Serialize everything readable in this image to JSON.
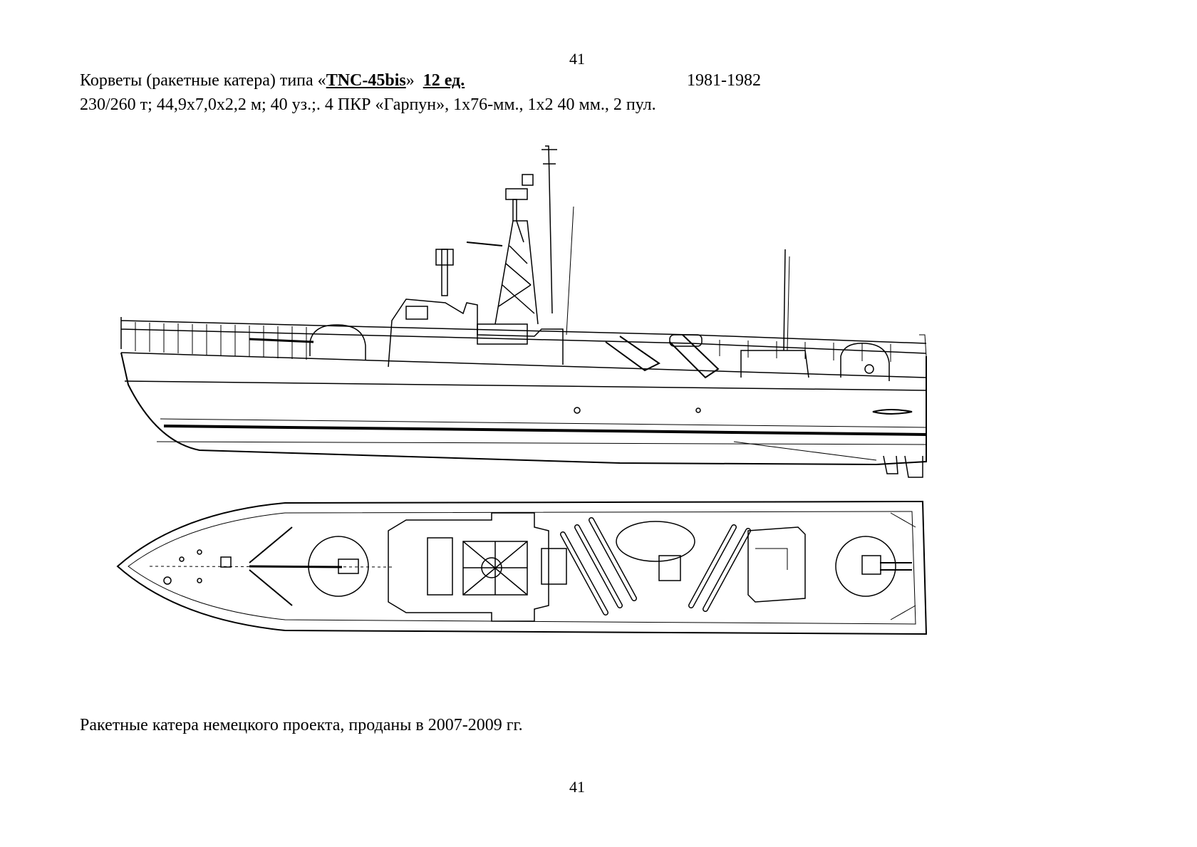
{
  "page": {
    "number_top": "41",
    "number_bottom": "41"
  },
  "header": {
    "prefix": "Корветы (ракетные катера) типа «",
    "type_name": "TNC-45bis",
    "closing_quote": "»",
    "units": "12 ед.",
    "years": "1981-1982"
  },
  "specs": "230/260 т; 44,9х7,0х2,2 м; 40 уз.;. 4 ПКР «Гарпун», 1х76-мм., 1х2 40 мм., 2 пул.",
  "caption": "Ракетные катера немецкого проекта, проданы в 2007-2009  гг."
}
